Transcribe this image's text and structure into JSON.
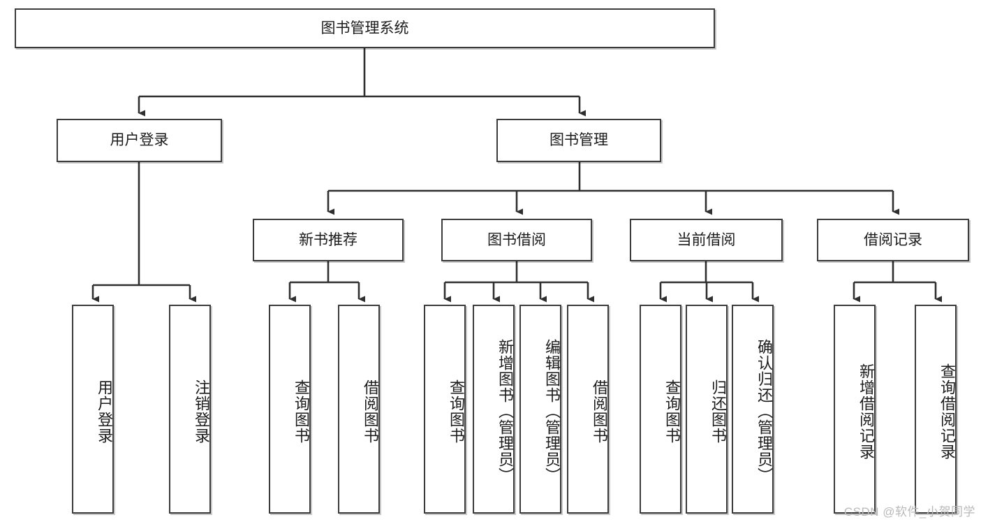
{
  "diagram": {
    "type": "tree",
    "title": "图书管理系统",
    "root": {
      "label": "图书管理系统"
    },
    "level2": [
      {
        "label": "用户登录"
      },
      {
        "label": "图书管理"
      }
    ],
    "level3": [
      {
        "label": "新书推荐"
      },
      {
        "label": "图书借阅"
      },
      {
        "label": "当前借阅"
      },
      {
        "label": "借阅记录"
      }
    ],
    "leaves": {
      "user_login": [
        {
          "label": "用户登录"
        },
        {
          "label": "注销登录"
        }
      ],
      "new_book_recommend": [
        {
          "label": "查询图书"
        },
        {
          "label": "借阅图书"
        }
      ],
      "book_borrow": [
        {
          "label": "查询图书"
        },
        {
          "label": "新增图书（管理员）"
        },
        {
          "label": "编辑图书（管理员）"
        },
        {
          "label": "借阅图书"
        }
      ],
      "current_borrow": [
        {
          "label": "查询图书"
        },
        {
          "label": "归还图书"
        },
        {
          "label": "确认归还（管理员）"
        }
      ],
      "borrow_record": [
        {
          "label": "新增借阅记录"
        },
        {
          "label": "查询借阅记录"
        }
      ]
    }
  },
  "watermark": {
    "text": "CSDN @软件_小贺同学"
  },
  "colors": {
    "box_border": "#3b3b3b",
    "box_fill": "#ffffff",
    "line": "#2f2f2f",
    "text": "#1b1b1b",
    "watermark": "#b9b9b9"
  }
}
